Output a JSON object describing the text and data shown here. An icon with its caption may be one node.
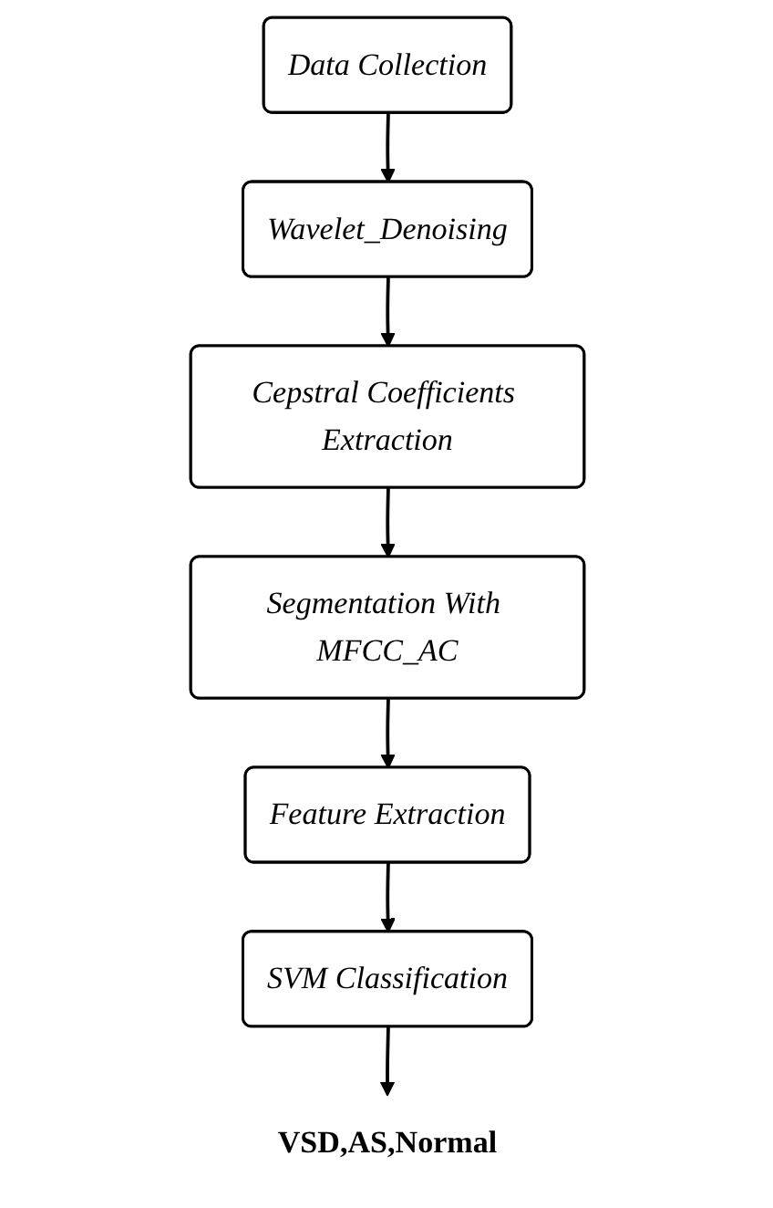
{
  "diagram": {
    "nodes": [
      {
        "text": [
          "Data Collection"
        ]
      },
      {
        "text": [
          "Wavelet_Denoising"
        ]
      },
      {
        "text": [
          "Cepstral Coefficients Extraction"
        ]
      },
      {
        "text": [
          "Segmentation With MFCC_AC"
        ]
      },
      {
        "text": [
          "Feature Extraction"
        ]
      },
      {
        "text": [
          "SVM Classification"
        ]
      },
      {
        "text": [
          "VSD,AS,Normal"
        ]
      }
    ],
    "edges": [
      {
        "from": 0,
        "to": 1,
        "arrow": "to"
      },
      {
        "from": 1,
        "to": 2,
        "arrow": "to"
      },
      {
        "from": 2,
        "to": 3,
        "arrow": "to"
      },
      {
        "from": 3,
        "to": 4,
        "arrow": "to"
      },
      {
        "from": 4,
        "to": 5,
        "arrow": "to"
      },
      {
        "from": 5,
        "to": 6,
        "arrow": "to"
      }
    ]
  }
}
